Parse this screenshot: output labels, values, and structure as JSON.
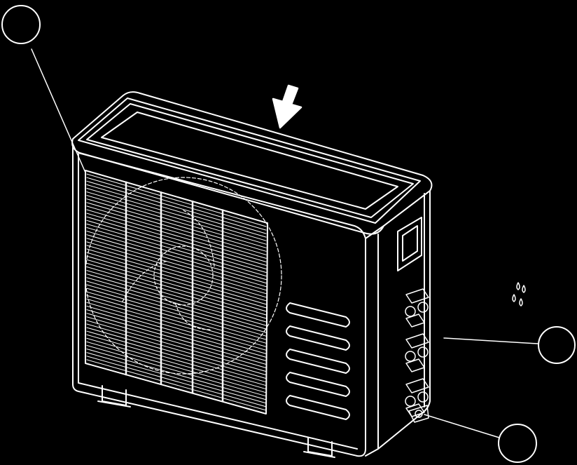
{
  "diagram": {
    "callouts": [
      {
        "id": "top-left",
        "label": ""
      },
      {
        "id": "right-middle",
        "label": ""
      },
      {
        "id": "right-bottom",
        "label": ""
      }
    ],
    "vent_slot_count": 5,
    "valve_count": 3,
    "icons": [
      "airflow-arrow-icon",
      "water-drops-icon"
    ],
    "colors": {
      "background": "#000000",
      "line": "#ffffff"
    }
  }
}
